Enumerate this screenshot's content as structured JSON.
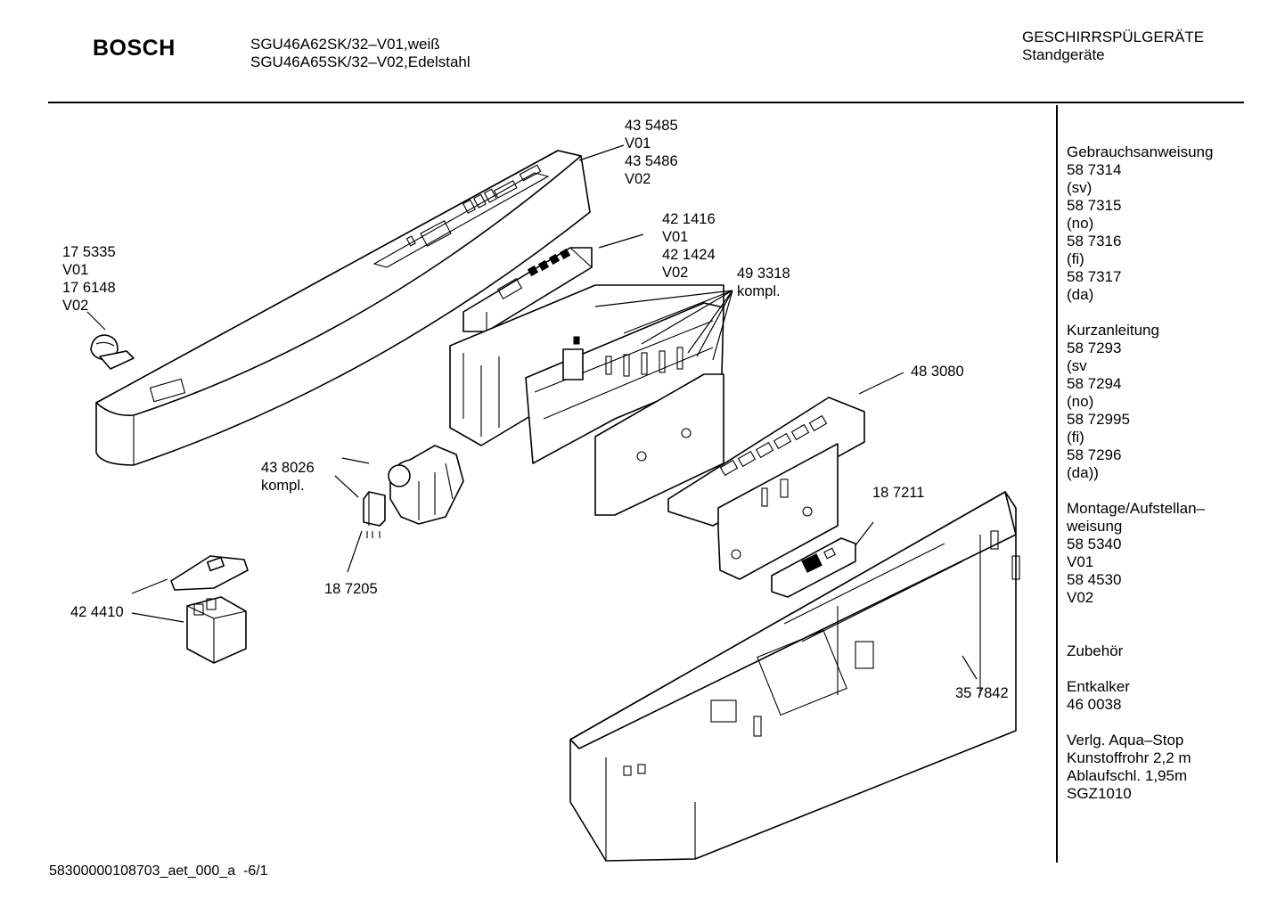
{
  "header": {
    "brand": "BOSCH",
    "model_lines": [
      "SGU46A62SK/32–V01,weiß",
      "SGU46A65SK/32–V02,Edelstahl"
    ],
    "category_lines": [
      "GESCHIRRSPÜLGERÄTE",
      "Standgeräte"
    ]
  },
  "side_notes": [
    "Gebrauchsanweisung",
    "58 7314",
    "(sv)",
    "58 7315",
    "(no)",
    "58 7316",
    "(fi)",
    "58 7317",
    "(da)",
    "",
    "Kurzanleitung",
    "58 7293",
    "(sv",
    "58 7294",
    "(no)",
    "58 72995",
    "(fi)",
    "58 7296",
    "(da))",
    "",
    "Montage/Aufstellan–",
    "weisung",
    "58 5340",
    "V01",
    "58 4530",
    "V02",
    "",
    "",
    "Zubehör",
    "",
    "Entkalker",
    "46 0038",
    "",
    "Verlg. Aqua–Stop",
    "Kunstoffrohr 2,2 m",
    "Ablaufschl. 1,95m",
    "SGZ1010"
  ],
  "part_labels": [
    {
      "id": "435485",
      "text": "43 5485\nV01\n43 5486\nV02"
    },
    {
      "id": "421416",
      "text": "42 1416\nV01\n42 1424\nV02"
    },
    {
      "id": "493318",
      "text": "49 3318\nkompl."
    },
    {
      "id": "175335",
      "text": "17 5335\nV01\n17 6148\nV02"
    },
    {
      "id": "483080",
      "text": "48 3080"
    },
    {
      "id": "438026",
      "text": "43 8026\nkompl."
    },
    {
      "id": "187211",
      "text": "18 7211"
    },
    {
      "id": "187205",
      "text": "18 7205"
    },
    {
      "id": "424410",
      "text": "42 4410"
    },
    {
      "id": "357842",
      "text": "35 7842"
    }
  ],
  "footer": {
    "doc_id": "58300000108703_aet_000_a  -6/1"
  }
}
